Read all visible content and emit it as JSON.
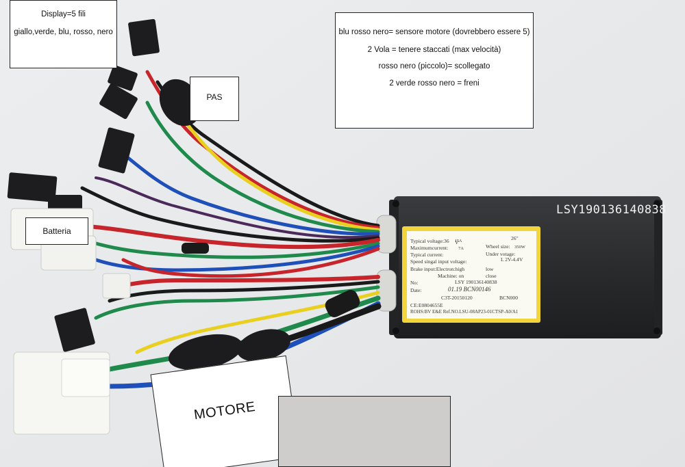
{
  "notes": {
    "display": {
      "line1": "Display=5 fili",
      "line2": "giallo,verde, blu, rosso, nero"
    },
    "legend": {
      "lines": [
        "blu rosso nero= sensore motore (dovrebbero essere 5)",
        "2 Vola = tenere staccati (max velocità)",
        "rosso nero (piccolo)= scollegato",
        "2 verde rosso nero = freni"
      ]
    },
    "pas": "PAS",
    "batteria": "Batteria",
    "motore": "MOTORE"
  },
  "controller": {
    "serial": "LSY190136140838",
    "label_rows": {
      "typical_voltage": "Typical voltage:36",
      "typical_voltage_hand": "V",
      "wheel_size_label": "Wheel size:",
      "wheel_size_value": "26\"",
      "max_current": "Maximumcurrent:",
      "max_current_value": "15A",
      "power_value": "350W",
      "typical_current": "Typical current:",
      "typical_current_value": "7A",
      "under_voltage_label": "Under votage:",
      "under_voltage_value": "L 2V-4.4V",
      "speed_input": "Speed singal input voltage:",
      "brake_input": "Brake input:Electron:high",
      "brake_low": "low",
      "machine": "Machine: on",
      "machine_close": "close",
      "no_label": "No:",
      "no_value": "LSY 190136140838",
      "date_label": "Date:",
      "date_value": "01.19  BCN00146",
      "c3t": "C3T-20150120",
      "bcn": "BCN000",
      "ce": "CE:E0804655E",
      "rohs": "ROHS:BV E&E Ref.NO.LSU-08AP23-01CTSP-A0/A1"
    }
  },
  "colors": {
    "controller_body": "#2b2c2e",
    "sticker_border": "#f2d53c",
    "wire_red": "#c6262b",
    "wire_blue": "#1f4fb8",
    "wire_green": "#1f8a4c",
    "wire_yellow": "#e9cf1f",
    "wire_black": "#1a1a1a",
    "wire_purple": "#4b2a5a"
  }
}
